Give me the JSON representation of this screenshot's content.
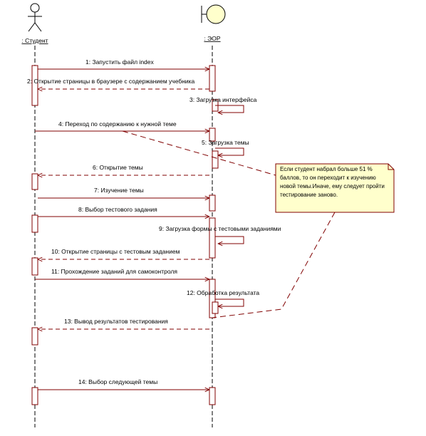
{
  "lifelines": [
    {
      "id": "student",
      "label": ": Студент",
      "kind": "actor"
    },
    {
      "id": "eor",
      "label": ": ЭОР",
      "kind": "boundary"
    }
  ],
  "messages": [
    {
      "n": 1,
      "text": "1: Запустить файл index",
      "from": "student",
      "to": "eor",
      "style": "sync"
    },
    {
      "n": 2,
      "text": "2: Открытие страницы в браузере с содержанием учебника",
      "from": "eor",
      "to": "student",
      "style": "return"
    },
    {
      "n": 3,
      "text": "3: Загрузка интерфейса",
      "from": "eor",
      "to": "eor",
      "style": "self"
    },
    {
      "n": 4,
      "text": "4: Переход по содержанию к нужной теме",
      "from": "student",
      "to": "eor",
      "style": "sync"
    },
    {
      "n": 5,
      "text": "5: Загрузка темы",
      "from": "eor",
      "to": "eor",
      "style": "self"
    },
    {
      "n": 6,
      "text": "6: Открытие темы",
      "from": "eor",
      "to": "student",
      "style": "return"
    },
    {
      "n": 7,
      "text": "7: Изучение темы",
      "from": "student",
      "to": "eor",
      "style": "sync"
    },
    {
      "n": 8,
      "text": "8: Выбор тестового задания",
      "from": "student",
      "to": "eor",
      "style": "sync"
    },
    {
      "n": 9,
      "text": "9: Загрузка формы с тестовыми заданиями",
      "from": "eor",
      "to": "eor",
      "style": "self"
    },
    {
      "n": 10,
      "text": "10: Открытие страницы с тестовым заданием",
      "from": "eor",
      "to": "student",
      "style": "return"
    },
    {
      "n": 11,
      "text": "11: Прохождение заданий для самоконтроля",
      "from": "student",
      "to": "eor",
      "style": "sync"
    },
    {
      "n": 12,
      "text": "12: Обработка результата",
      "from": "eor",
      "to": "eor",
      "style": "self"
    },
    {
      "n": 13,
      "text": "13: Вывод результатов тестирования",
      "from": "eor",
      "to": "student",
      "style": "return"
    },
    {
      "n": 14,
      "text": "14: Выбор следующей темы",
      "from": "student",
      "to": "eor",
      "style": "sync"
    }
  ],
  "note": {
    "text": "Если студент набрал больше 51 % баллов, то он переходит к изучению новой темы.Иначе, ему следует пройти тестирование заново."
  },
  "colors": {
    "line": "#800000",
    "activation": "#800000",
    "note_fill": "#ffffcc",
    "actor": "#000000"
  }
}
